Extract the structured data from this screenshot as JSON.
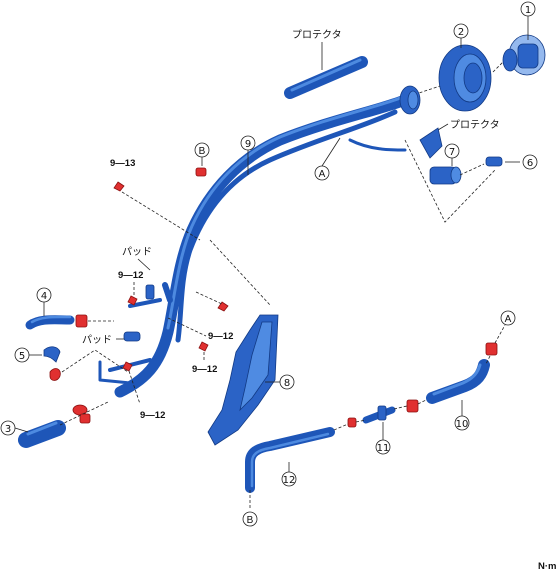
{
  "labels": {
    "protector_top": "プロテクタ",
    "protector_right": "プロテクタ",
    "pad_upper": "パッド",
    "pad_lower": "パッド",
    "unit": "N·m"
  },
  "torques": {
    "t1": "9—13",
    "t2": "9—12",
    "t3": "9—12",
    "t4": "9—12",
    "t5": "9—12"
  },
  "callouts": {
    "c1": "1",
    "c2": "2",
    "c3": "3",
    "c4": "4",
    "c5": "5",
    "c6": "6",
    "c7": "7",
    "c8": "8",
    "c9": "9",
    "c10": "10",
    "c11": "11",
    "c12": "12"
  },
  "refs": {
    "a_upper": "A",
    "a_right": "A",
    "b_upper": "B",
    "b_lower": "B"
  },
  "colors": {
    "part_blue": "#2b63c6",
    "clip_red": "#e03030"
  }
}
